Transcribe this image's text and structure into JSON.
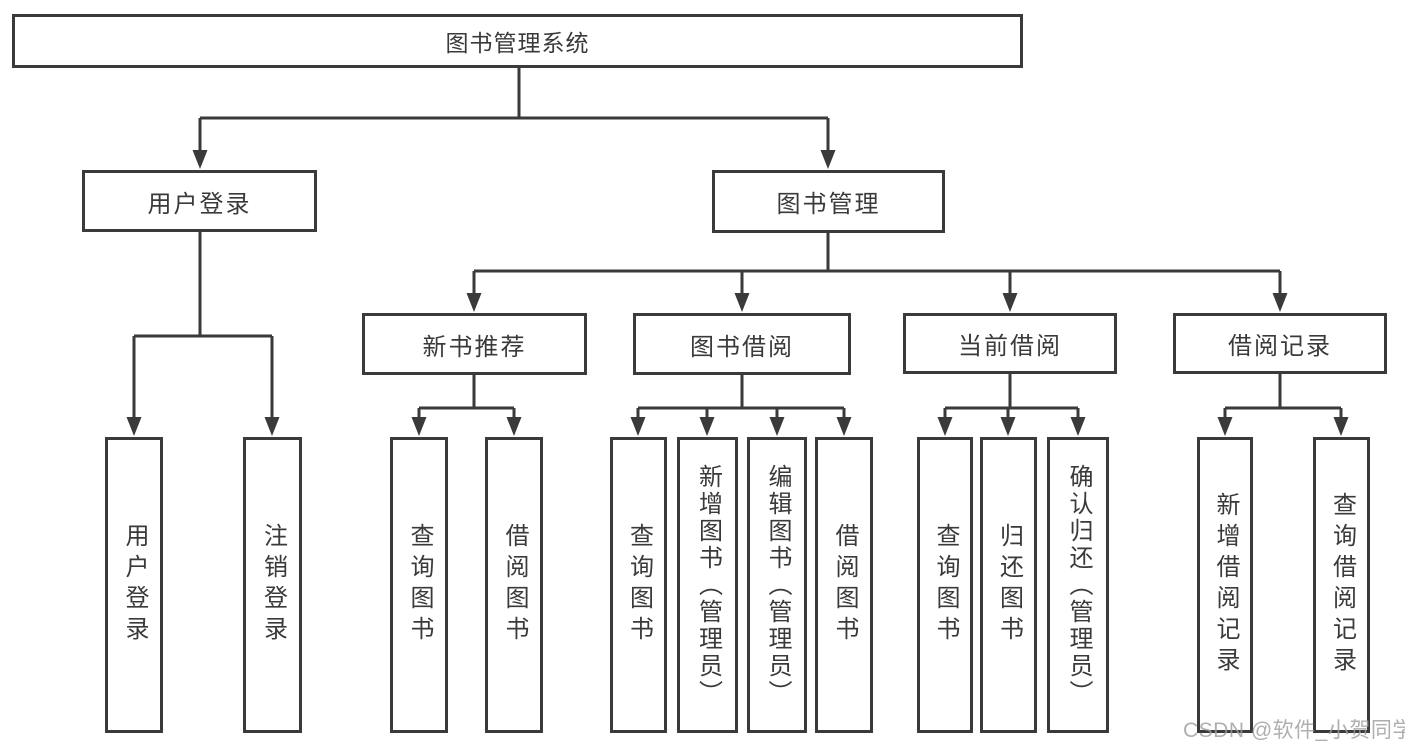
{
  "diagram": {
    "tree": {
      "label": "图书管理系统",
      "children": [
        {
          "label": "用户登录",
          "children": [
            {
              "label": "用户登录"
            },
            {
              "label": "注销登录"
            }
          ]
        },
        {
          "label": "图书管理",
          "children": [
            {
              "label": "新书推荐",
              "children": [
                {
                  "label": "查询图书"
                },
                {
                  "label": "借阅图书"
                }
              ]
            },
            {
              "label": "图书借阅",
              "children": [
                {
                  "label": "查询图书"
                },
                {
                  "label": "新增图书（管理员）"
                },
                {
                  "label": "编辑图书（管理员）"
                },
                {
                  "label": "借阅图书"
                }
              ]
            },
            {
              "label": "当前借阅",
              "children": [
                {
                  "label": "查询图书"
                },
                {
                  "label": "归还图书"
                },
                {
                  "label": "确认归还（管理员）"
                }
              ]
            },
            {
              "label": "借阅记录",
              "children": [
                {
                  "label": "新增借阅记录"
                },
                {
                  "label": "查询借阅记录"
                }
              ]
            }
          ]
        }
      ]
    },
    "colors": {
      "line": "#3a3a3a",
      "text": "#3a3a3a",
      "background": "#ffffff",
      "watermark": "#9e9e9e"
    }
  },
  "watermark": {
    "text": "CSDN @软件_小贺同学"
  }
}
